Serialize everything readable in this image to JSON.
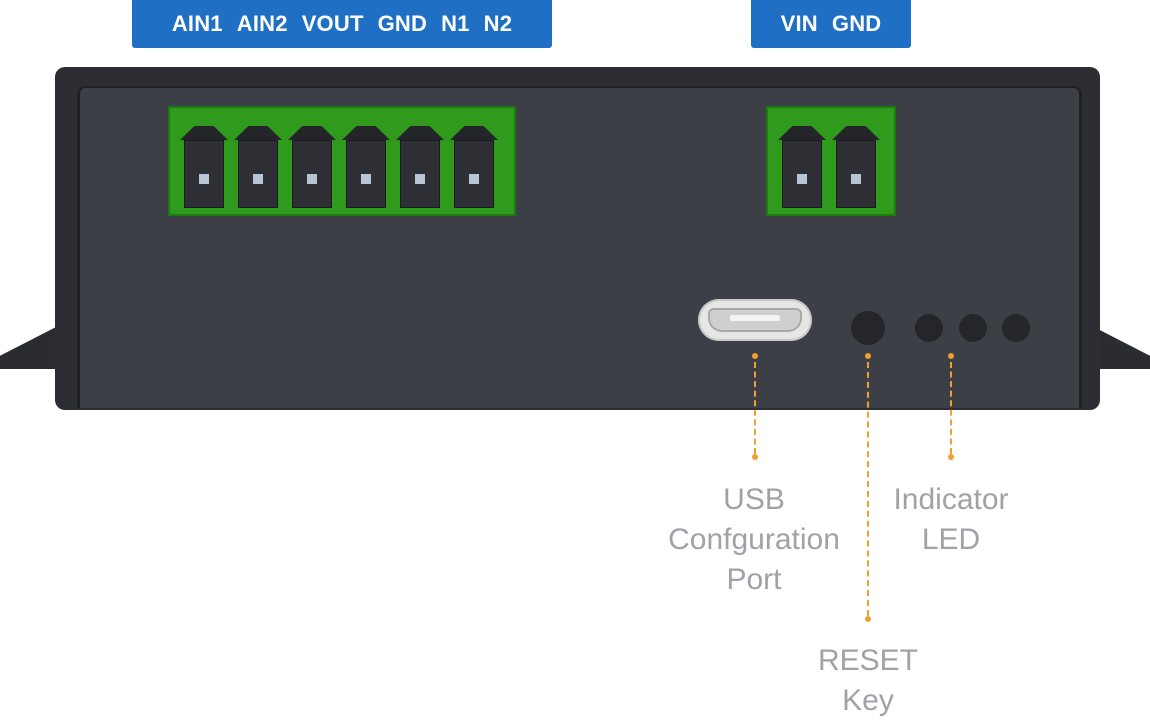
{
  "pin_labels": {
    "left": [
      "AIN1",
      "AIN2",
      "VOUT",
      "GND",
      "N1",
      "N2"
    ],
    "right": [
      "VIN",
      "GND"
    ]
  },
  "colors": {
    "label_bar": "#1f6fc5",
    "terminal_green": "#2f9a1c",
    "device_body": "#3c3f46",
    "leader_orange": "#f0a030",
    "callout_text": "#a0a2a8"
  },
  "callouts": {
    "usb": [
      "USB",
      "Confguration",
      "Port"
    ],
    "indicator": [
      "Indicator",
      "LED"
    ],
    "reset": [
      "RESET",
      "Key"
    ]
  }
}
